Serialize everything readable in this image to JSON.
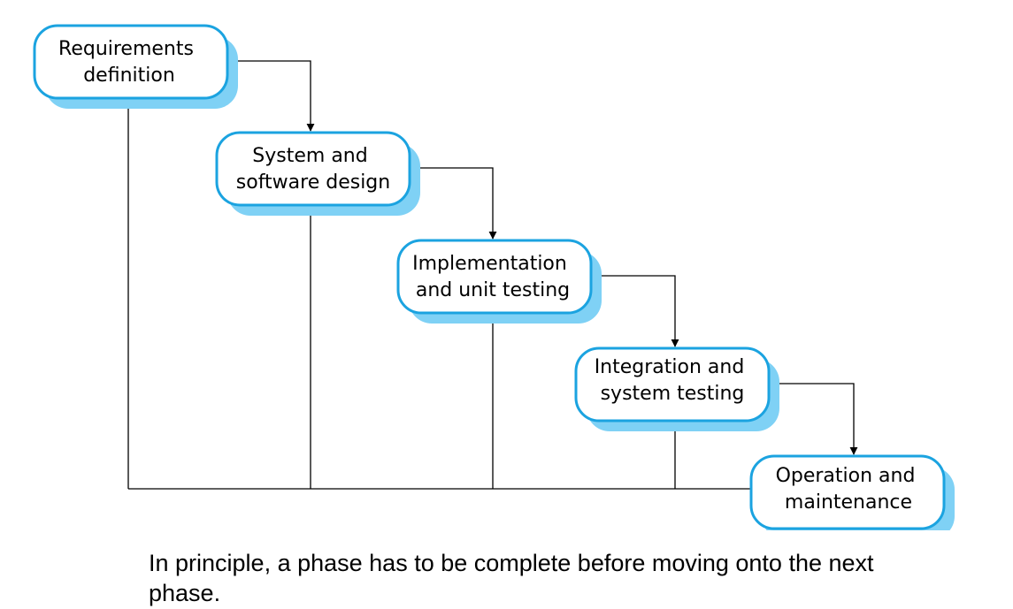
{
  "colors": {
    "box_border": "#1ba3e0",
    "box_shadow": "#7fd1f5",
    "box_fill": "#ffffff",
    "line": "#000000"
  },
  "phases": [
    {
      "id": "requirements",
      "lines": [
        "Requirements",
        "definition"
      ]
    },
    {
      "id": "design",
      "lines": [
        "System and",
        "software design"
      ]
    },
    {
      "id": "implementation",
      "lines": [
        "Implementation",
        "and unit testing"
      ]
    },
    {
      "id": "integration",
      "lines": [
        "Integration and",
        "system testing"
      ]
    },
    {
      "id": "operation",
      "lines": [
        "Operation and",
        "maintenance"
      ]
    }
  ],
  "caption": "In principle, a phase has to be complete before moving onto the next phase."
}
